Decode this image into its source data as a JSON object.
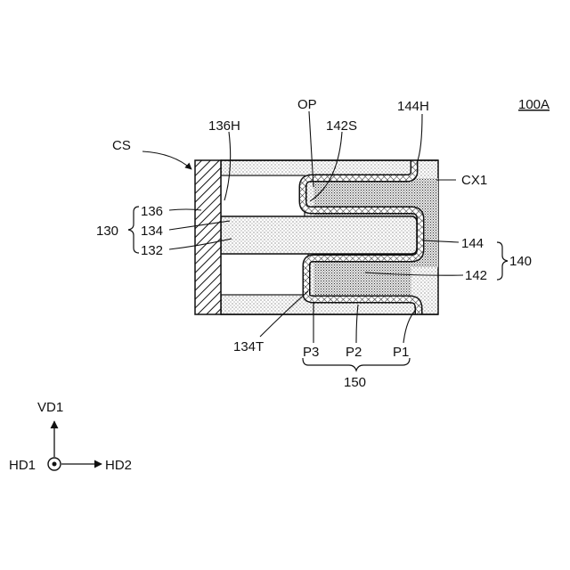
{
  "figure": {
    "ref": "100A",
    "labels": {
      "cs": "CS",
      "h136": "136H",
      "op": "OP",
      "s142": "142S",
      "h144": "144H",
      "cx1": "CX1",
      "g130": "130",
      "l136": "136",
      "l134": "134",
      "l132": "132",
      "l144": "144",
      "l142": "142",
      "g140": "140",
      "t134": "134T",
      "p3": "P3",
      "p2": "P2",
      "p1": "P1",
      "g150": "150"
    },
    "axes": {
      "vertical": "VD1",
      "horizontal_in": "HD1",
      "horizontal": "HD2"
    }
  }
}
